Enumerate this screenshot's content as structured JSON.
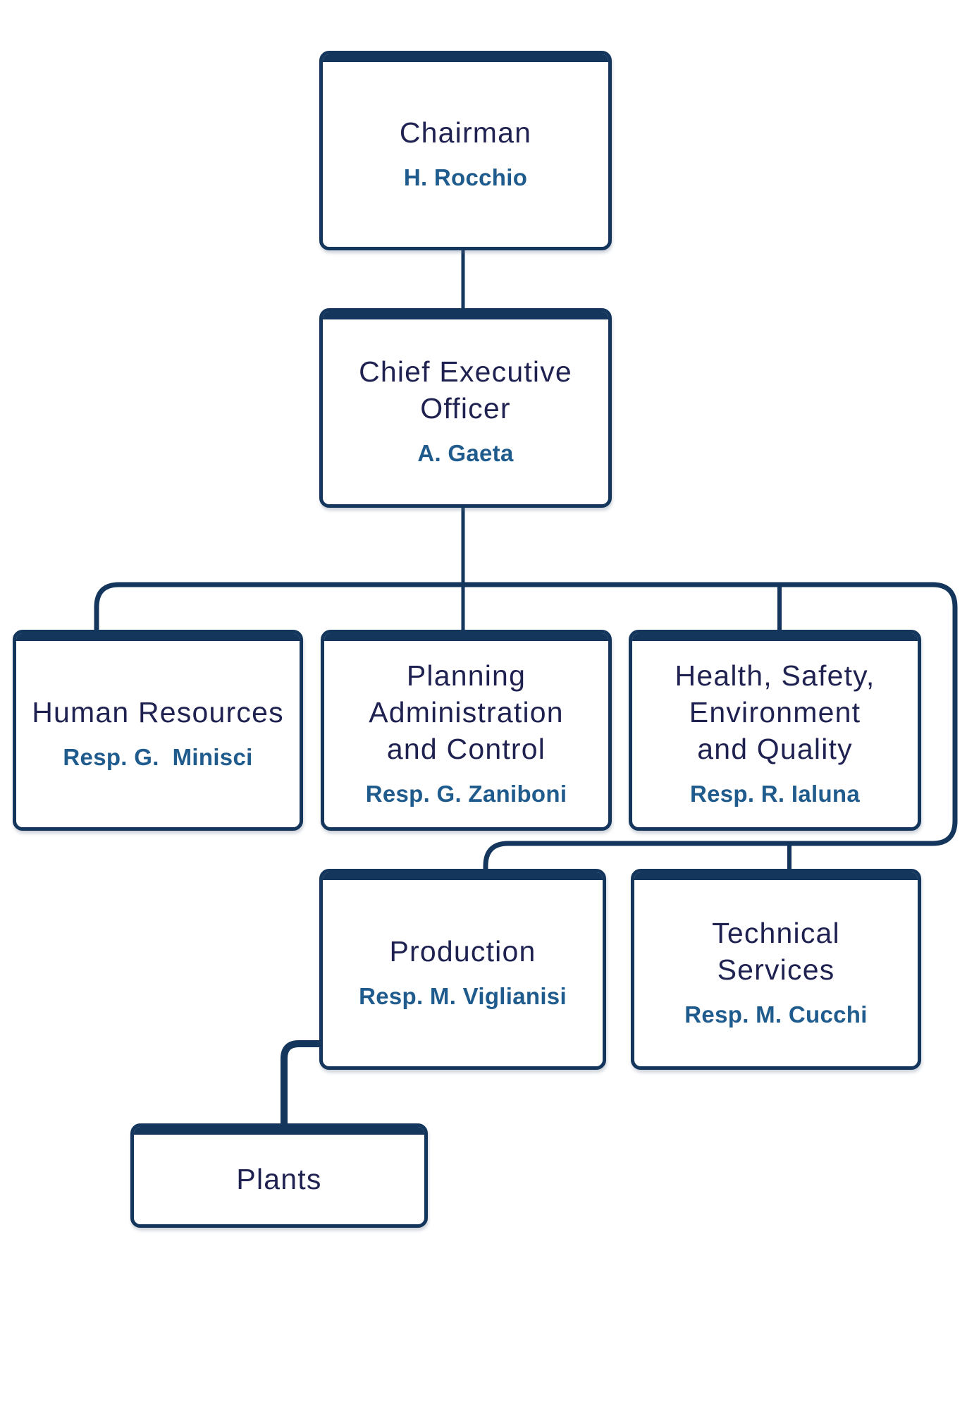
{
  "colors": {
    "navy": "#14365c",
    "title_text": "#1f2151",
    "name_text": "#1f5c8d",
    "background": "#ffffff"
  },
  "nodes": {
    "chairman": {
      "title": [
        "Chairman"
      ],
      "name": "H. Rocchio"
    },
    "ceo": {
      "title": [
        "Chief Executive",
        "Officer"
      ],
      "name": "A. Gaeta"
    },
    "hr": {
      "title": [
        "Human Resources"
      ],
      "name": "Resp. G.  Minisci"
    },
    "planning": {
      "title": [
        "Planning",
        "Administration",
        "and Control"
      ],
      "name": "Resp. G. Zaniboni"
    },
    "hse": {
      "title": [
        "Health, Safety,",
        "Environment",
        "and Quality"
      ],
      "name": "Resp. R. Ialuna"
    },
    "production": {
      "title": [
        "Production"
      ],
      "name": "Resp. M. Viglianisi"
    },
    "technical": {
      "title": [
        "Technical",
        "Services"
      ],
      "name": "Resp. M. Cucchi"
    },
    "plants": {
      "title": [
        "Plants"
      ]
    }
  }
}
